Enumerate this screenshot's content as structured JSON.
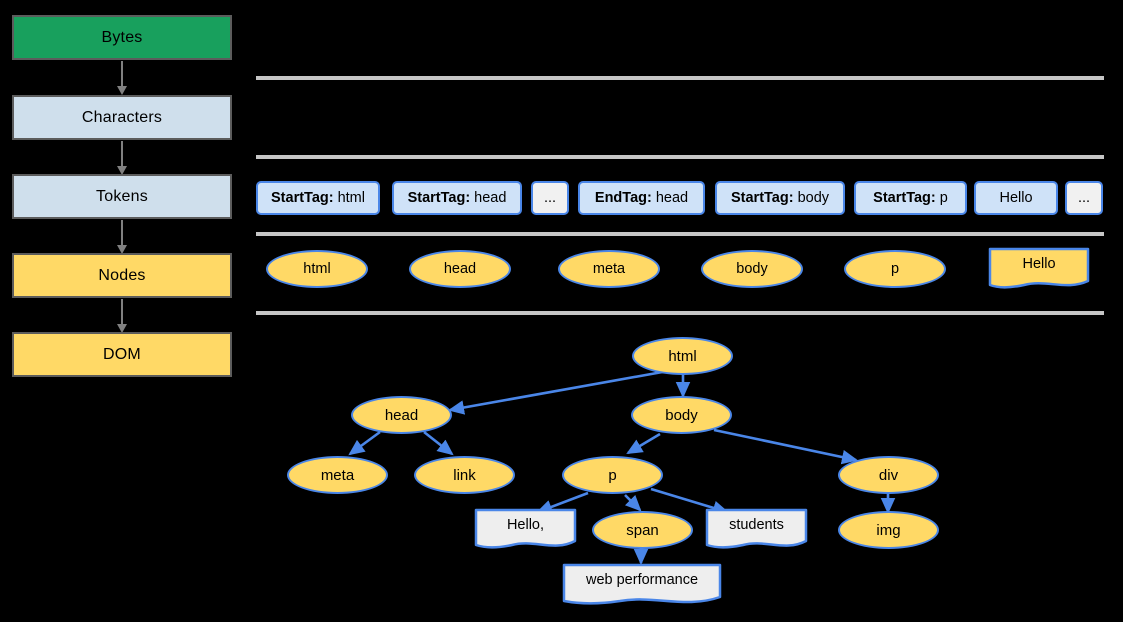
{
  "pipeline": {
    "steps": [
      {
        "label": "Bytes",
        "color": "#18a05d"
      },
      {
        "label": "Characters",
        "color": "#cfdfec"
      },
      {
        "label": "Tokens",
        "color": "#cfdfec"
      },
      {
        "label": "Nodes",
        "color": "#ffd966"
      },
      {
        "label": "DOM",
        "color": "#ffd966"
      }
    ]
  },
  "tokens": {
    "items": [
      {
        "bold": "StartTag:",
        "text": "html",
        "style": "blue"
      },
      {
        "bold": "StartTag:",
        "text": "head",
        "style": "blue"
      },
      {
        "bold": "",
        "text": "...",
        "style": "plain"
      },
      {
        "bold": "EndTag:",
        "text": "head",
        "style": "blue"
      },
      {
        "bold": "StartTag:",
        "text": "body",
        "style": "blue"
      },
      {
        "bold": "StartTag:",
        "text": "p",
        "style": "blue"
      },
      {
        "bold": "",
        "text": "Hello",
        "style": "blue"
      },
      {
        "bold": "",
        "text": "...",
        "style": "plain"
      }
    ]
  },
  "nodes_row": {
    "items": [
      {
        "label": "html",
        "shape": "ellipse"
      },
      {
        "label": "head",
        "shape": "ellipse"
      },
      {
        "label": "meta",
        "shape": "ellipse"
      },
      {
        "label": "body",
        "shape": "ellipse"
      },
      {
        "label": "p",
        "shape": "ellipse"
      },
      {
        "label": "Hello",
        "shape": "document"
      }
    ]
  },
  "dom_tree": {
    "nodes": [
      {
        "id": "html",
        "label": "html",
        "shape": "ellipse"
      },
      {
        "id": "head",
        "label": "head",
        "shape": "ellipse"
      },
      {
        "id": "body",
        "label": "body",
        "shape": "ellipse"
      },
      {
        "id": "meta",
        "label": "meta",
        "shape": "ellipse"
      },
      {
        "id": "link",
        "label": "link",
        "shape": "ellipse"
      },
      {
        "id": "p",
        "label": "p",
        "shape": "ellipse"
      },
      {
        "id": "div",
        "label": "div",
        "shape": "ellipse"
      },
      {
        "id": "hello",
        "label": "Hello,",
        "shape": "document"
      },
      {
        "id": "span",
        "label": "span",
        "shape": "ellipse"
      },
      {
        "id": "stud",
        "label": "students",
        "shape": "document"
      },
      {
        "id": "img",
        "label": "img",
        "shape": "ellipse"
      },
      {
        "id": "webp",
        "label": "web performance",
        "shape": "document"
      }
    ],
    "edges": [
      {
        "from": "html",
        "to": "head"
      },
      {
        "from": "html",
        "to": "body"
      },
      {
        "from": "head",
        "to": "meta"
      },
      {
        "from": "head",
        "to": "link"
      },
      {
        "from": "body",
        "to": "p"
      },
      {
        "from": "body",
        "to": "div"
      },
      {
        "from": "p",
        "to": "hello"
      },
      {
        "from": "p",
        "to": "span"
      },
      {
        "from": "p",
        "to": "stud"
      },
      {
        "from": "div",
        "to": "img"
      },
      {
        "from": "span",
        "to": "webp"
      }
    ]
  },
  "colors": {
    "bytes_green": "#18a05d",
    "light_blue": "#cfdfec",
    "yellow": "#ffd966",
    "token_blue": "#cfe2f8",
    "edge_blue": "#4a86e8",
    "separator_gray": "#c6c6c6",
    "doc_gray": "#eeeeee",
    "arrow_gray": "#808080"
  }
}
